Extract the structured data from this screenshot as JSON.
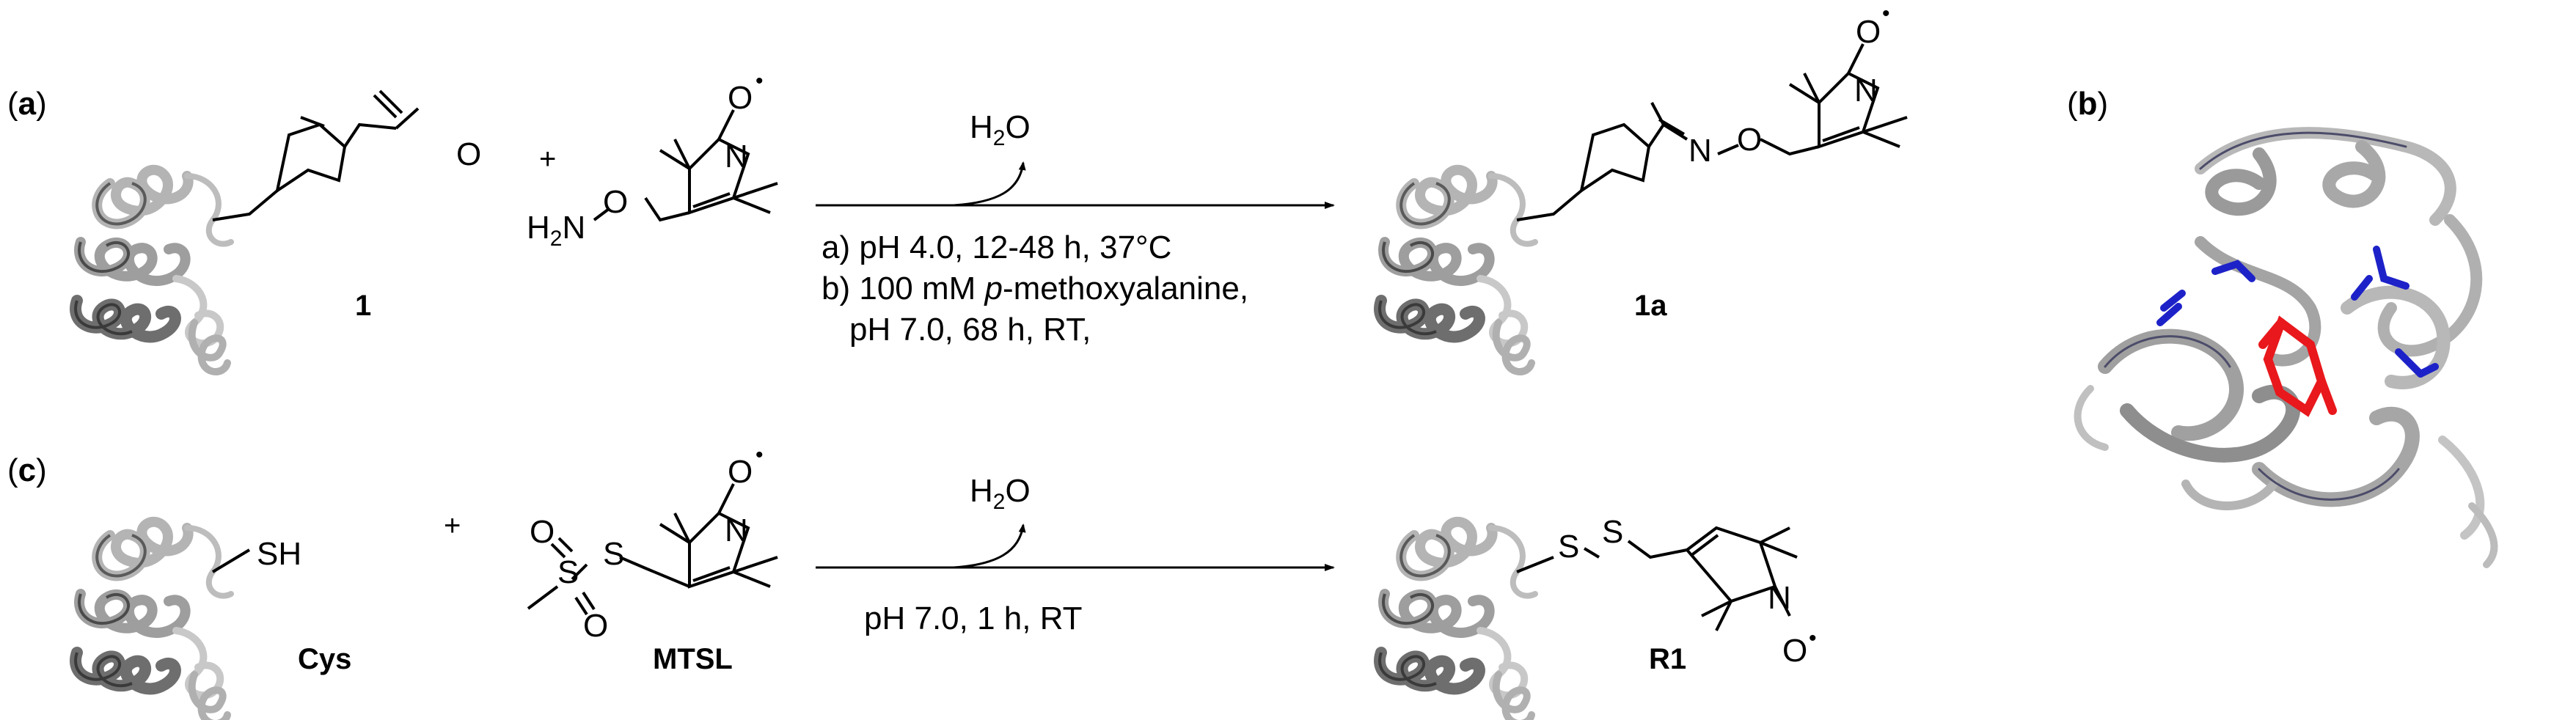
{
  "panels": {
    "a": {
      "label": "a"
    },
    "b": {
      "label": "b"
    },
    "c": {
      "label": "c"
    }
  },
  "reaction_a": {
    "plus": "+",
    "byproduct_H": "H",
    "byproduct_sub": "2",
    "byproduct_O": "O",
    "cond_a": "a) pH 4.0, 12-48 h, 37°C",
    "cond_b_pre": "b) 100 mM ",
    "cond_b_ital": "p",
    "cond_b_post": "-methoxyalanine,",
    "cond_b2": "pH 7.0, 68 h, RT,",
    "compound_1": "1",
    "compound_1a": "1a",
    "atom_O": "O",
    "atom_N": "N",
    "amine_H": "H",
    "amine_sub": "2",
    "amine_N": "N",
    "oxime_N": "N",
    "oxime_O": "O",
    "radical_dot": "•"
  },
  "reaction_c": {
    "plus": "+",
    "byproduct_H": "H",
    "byproduct_sub": "2",
    "byproduct_O": "O",
    "conditions": "pH 7.0, 1 h, RT",
    "compound_cys": "Cys",
    "compound_mtsl": "MTSL",
    "compound_r1": "R1",
    "sh": "SH",
    "atom_S": "S",
    "atom_O": "O",
    "atom_N": "N"
  },
  "colors": {
    "protein": "#b4b4b4",
    "protein_dark": "#4a4a4a",
    "residue_red": "#e8181c",
    "residue_blue": "#1d22c8"
  }
}
